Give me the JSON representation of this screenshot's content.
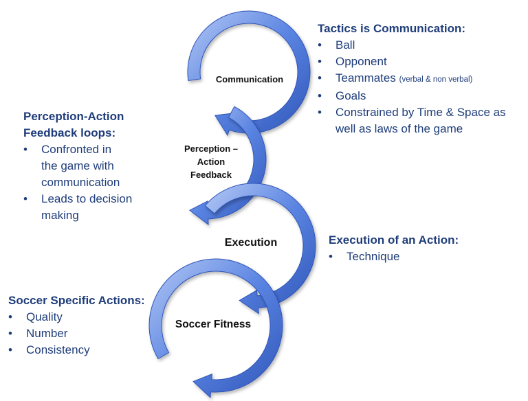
{
  "colors": {
    "arrow_light": "#b4c8f4",
    "arrow_mid": "#5a84e2",
    "arrow_dark": "#2f55b8",
    "text_heading": "#1f3d7a",
    "label_text": "#111111"
  },
  "cycle_labels": {
    "communication": "Communication",
    "perception_line1": "Perception –",
    "perception_line2": "Action",
    "perception_line3": "Feedback",
    "execution": "Execution",
    "soccer_fitness": "Soccer Fitness"
  },
  "tactics": {
    "heading": "Tactics is Communication:",
    "items": [
      "Ball",
      "Opponent",
      "Teammates"
    ],
    "teammates_note": "(verbal & non verbal)",
    "goals": "Goals",
    "constrained_line1": "Constrained by Time & Space as",
    "constrained_line2": "well as laws of the game"
  },
  "perception": {
    "heading_line1": "Perception-Action",
    "heading_line2": "Feedback loops:",
    "item1_line1": "Confronted in",
    "item1_line2": "the game with",
    "item1_line3": "communication",
    "item2_line1": "Leads to decision",
    "item2_line2": "making"
  },
  "execution": {
    "heading": "Execution of an Action:",
    "items": [
      "Technique"
    ]
  },
  "soccer": {
    "heading": "Soccer Specific Actions:",
    "items": [
      "Quality",
      "Number",
      "Consistency"
    ]
  }
}
